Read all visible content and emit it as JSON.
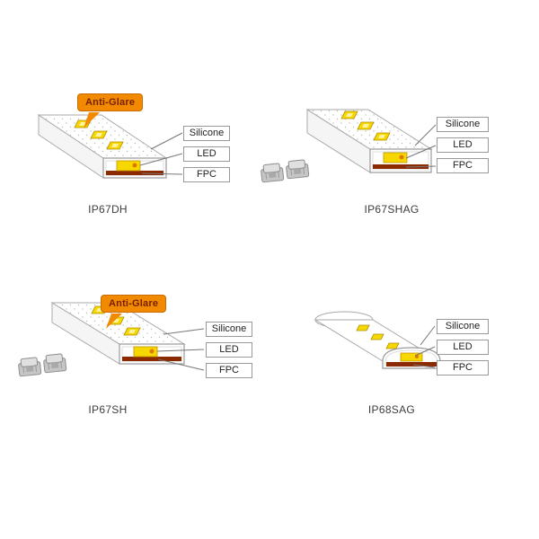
{
  "colors": {
    "badge_background": "#F18A00",
    "badge_border": "#C96C00",
    "badge_text": "#7A2000",
    "led_yellow": "#F6D800",
    "led_border": "#C79400",
    "fpc_red": "#8B2A00",
    "silicone_white": "#FFFFFF",
    "outline_gray": "#999999",
    "leader_line_gray": "#777777",
    "connector_gray": "#C6C6C6"
  },
  "panels": [
    {
      "name": "IP67DH",
      "badge": "Anti-Glare",
      "labels": {
        "silicone": "Silicone",
        "led": "LED",
        "fpc": "FPC"
      }
    },
    {
      "name": "IP67SHAG",
      "labels": {
        "silicone": "Silicone",
        "led": "LED",
        "fpc": "FPC"
      }
    },
    {
      "name": "IP67SH",
      "badge": "Anti-Glare",
      "labels": {
        "silicone": "Silicone",
        "led": "LED",
        "fpc": "FPC"
      }
    },
    {
      "name": "IP68SAG",
      "labels": {
        "silicone": "Silicone",
        "led": "LED",
        "fpc": "FPC"
      }
    }
  ]
}
